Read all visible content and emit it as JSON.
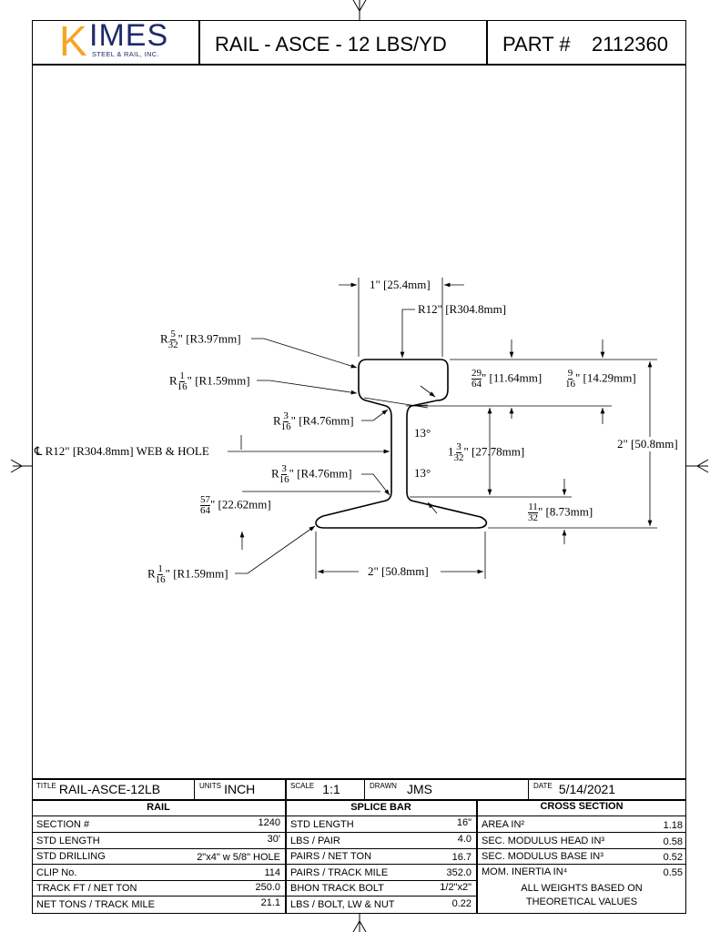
{
  "header": {
    "logo_k": "K",
    "logo_imes": "IMES",
    "logo_sub": "STEEL & RAIL, INC.",
    "title": "RAIL - ASCE - 12 LBS/YD",
    "part_label": "PART #",
    "part_number": "2112360"
  },
  "drawing": {
    "top_width": "1\" [25.4mm]",
    "head_radius": "R12\" [R304.8mm]",
    "r_532_prefix": "R",
    "r_532_num": "5",
    "r_532_den": "32",
    "r_532_mm": "\" [R3.97mm]",
    "r_116a_prefix": "R",
    "r_116a_num": "1",
    "r_116a_den": "16",
    "r_116a_mm": "\" [R1.59mm]",
    "r_316a_prefix": "R",
    "r_316a_num": "3",
    "r_316a_den": "16",
    "r_316a_mm": "\" [R4.76mm]",
    "web_hole": "℄ R12\" [R304.8mm] WEB  & HOLE",
    "r_316b_prefix": "R",
    "r_316b_num": "3",
    "r_316b_den": "16",
    "r_316b_mm": "\" [R4.76mm]",
    "d_5764_num": "57",
    "d_5764_den": "64",
    "d_5764_mm": "\" [22.62mm]",
    "r_116b_prefix": "R",
    "r_116b_num": "1",
    "r_116b_den": "16",
    "r_116b_mm": "\" [R1.59mm]",
    "base_width": "2\" [50.8mm]",
    "d_2964_num": "29",
    "d_2964_den": "64",
    "d_2964_mm": "\" [11.64mm]",
    "d_916_num": "9",
    "d_916_den": "16",
    "d_916_mm": "\" [14.29mm]",
    "angle_top": "13°",
    "angle_bottom": "13°",
    "d_web_whole": "1",
    "d_web_num": "3",
    "d_web_den": "32",
    "d_web_mm": "\" [27.78mm]",
    "height": "2\" [50.8mm]",
    "d_1132_num": "11",
    "d_1132_den": "32",
    "d_1132_mm": "\" [8.73mm]"
  },
  "title_block": {
    "title_label": "TITLE",
    "title_value": "RAIL-ASCE-12LB",
    "units_label": "UNITS",
    "units_value": "INCH",
    "scale_label": "SCALE",
    "scale_value": "1:1",
    "drawn_label": "DRAWN",
    "drawn_value": "JMS",
    "date_label": "DATE",
    "date_value": "5/14/2021",
    "rail_header": "RAIL",
    "splice_header": "SPLICE BAR",
    "cross_header": "CROSS SECTION",
    "rail_rows": [
      {
        "label": "SECTION #",
        "value": "1240"
      },
      {
        "label": "STD LENGTH",
        "value": "30'"
      },
      {
        "label": "STD DRILLING",
        "value": "2\"x4\" w 5/8\" HOLE"
      },
      {
        "label": "CLIP No.",
        "value": "114"
      },
      {
        "label": "TRACK FT / NET TON",
        "value": "250.0"
      },
      {
        "label": "NET TONS / TRACK MILE",
        "value": "21.1"
      }
    ],
    "splice_rows": [
      {
        "label": "STD LENGTH",
        "value": "16\""
      },
      {
        "label": "LBS / PAIR",
        "value": "4.0"
      },
      {
        "label": "PAIRS / NET TON",
        "value": "16.7"
      },
      {
        "label": "PAIRS / TRACK MILE",
        "value": "352.0"
      },
      {
        "label": "BHON TRACK BOLT",
        "value": "1/2\"x2\""
      },
      {
        "label": "LBS / BOLT, LW & NUT",
        "value": "0.22"
      }
    ],
    "cross_rows": [
      {
        "label": "AREA  IN²",
        "value": "1.18"
      },
      {
        "label": "SEC. MODULUS HEAD  IN³",
        "value": "0.58"
      },
      {
        "label": "SEC. MODULUS BASE  IN³",
        "value": "0.52"
      },
      {
        "label": "MOM. INERTIA  IN⁴",
        "value": "0.55"
      }
    ],
    "note_line1": "ALL WEIGHTS BASED ON",
    "note_line2": "THEORETICAL VALUES"
  }
}
